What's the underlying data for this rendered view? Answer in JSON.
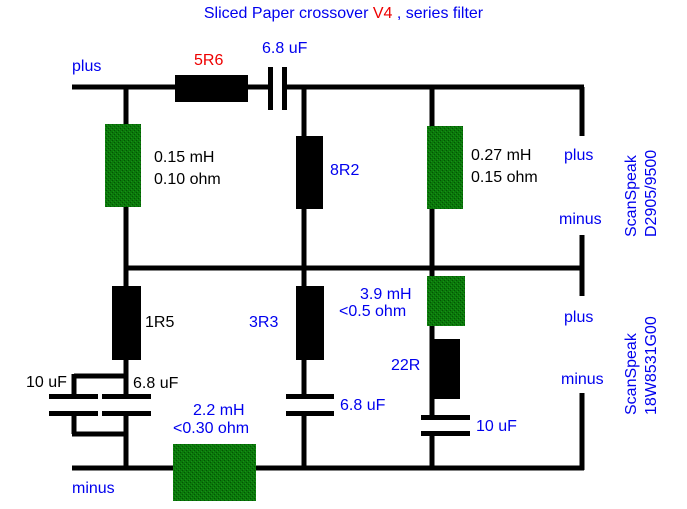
{
  "title": {
    "prefix": "Sliced Paper crossover ",
    "version": "V4",
    "suffix": " , series filter"
  },
  "colors": {
    "wire": "#000000",
    "resistor": "#000000",
    "inductor": "#0a7a0a",
    "label_primary": "#0000ee",
    "label_highlight": "#ee0000",
    "label_secondary": "#000000"
  },
  "input": {
    "plus_label": "plus",
    "minus_label": "minus"
  },
  "tweeter_branch": {
    "series_resistor": "5R6",
    "series_capacitor": "6.8 uF",
    "shunt_inductor_1": {
      "inductance": "0.15 mH",
      "resistance": "0.10 ohm"
    },
    "shunt_resistor": "8R2",
    "shunt_inductor_2": {
      "inductance": "0.27 mH",
      "resistance": "0.15 ohm"
    },
    "driver": {
      "plus_label": "plus",
      "minus_label": "minus",
      "brand": "ScanSpeak",
      "model": "D2905/9500"
    }
  },
  "woofer_branch": {
    "series_inductor": {
      "inductance": "2.2 mH",
      "resistance": "<0.30 ohm"
    },
    "zobel_1": {
      "resistor": "1R5",
      "capacitor_a": "10 uF",
      "capacitor_b": "6.8 uF"
    },
    "zobel_2": {
      "resistor": "3R3",
      "capacitor": "6.8 uF"
    },
    "notch": {
      "inductor": {
        "inductance": "3.9 mH",
        "resistance": "<0.5 ohm"
      },
      "resistor": "22R",
      "capacitor": "10 uF"
    },
    "driver": {
      "plus_label": "plus",
      "minus_label": "minus",
      "brand": "ScanSpeak",
      "model": "18W8531G00"
    }
  }
}
